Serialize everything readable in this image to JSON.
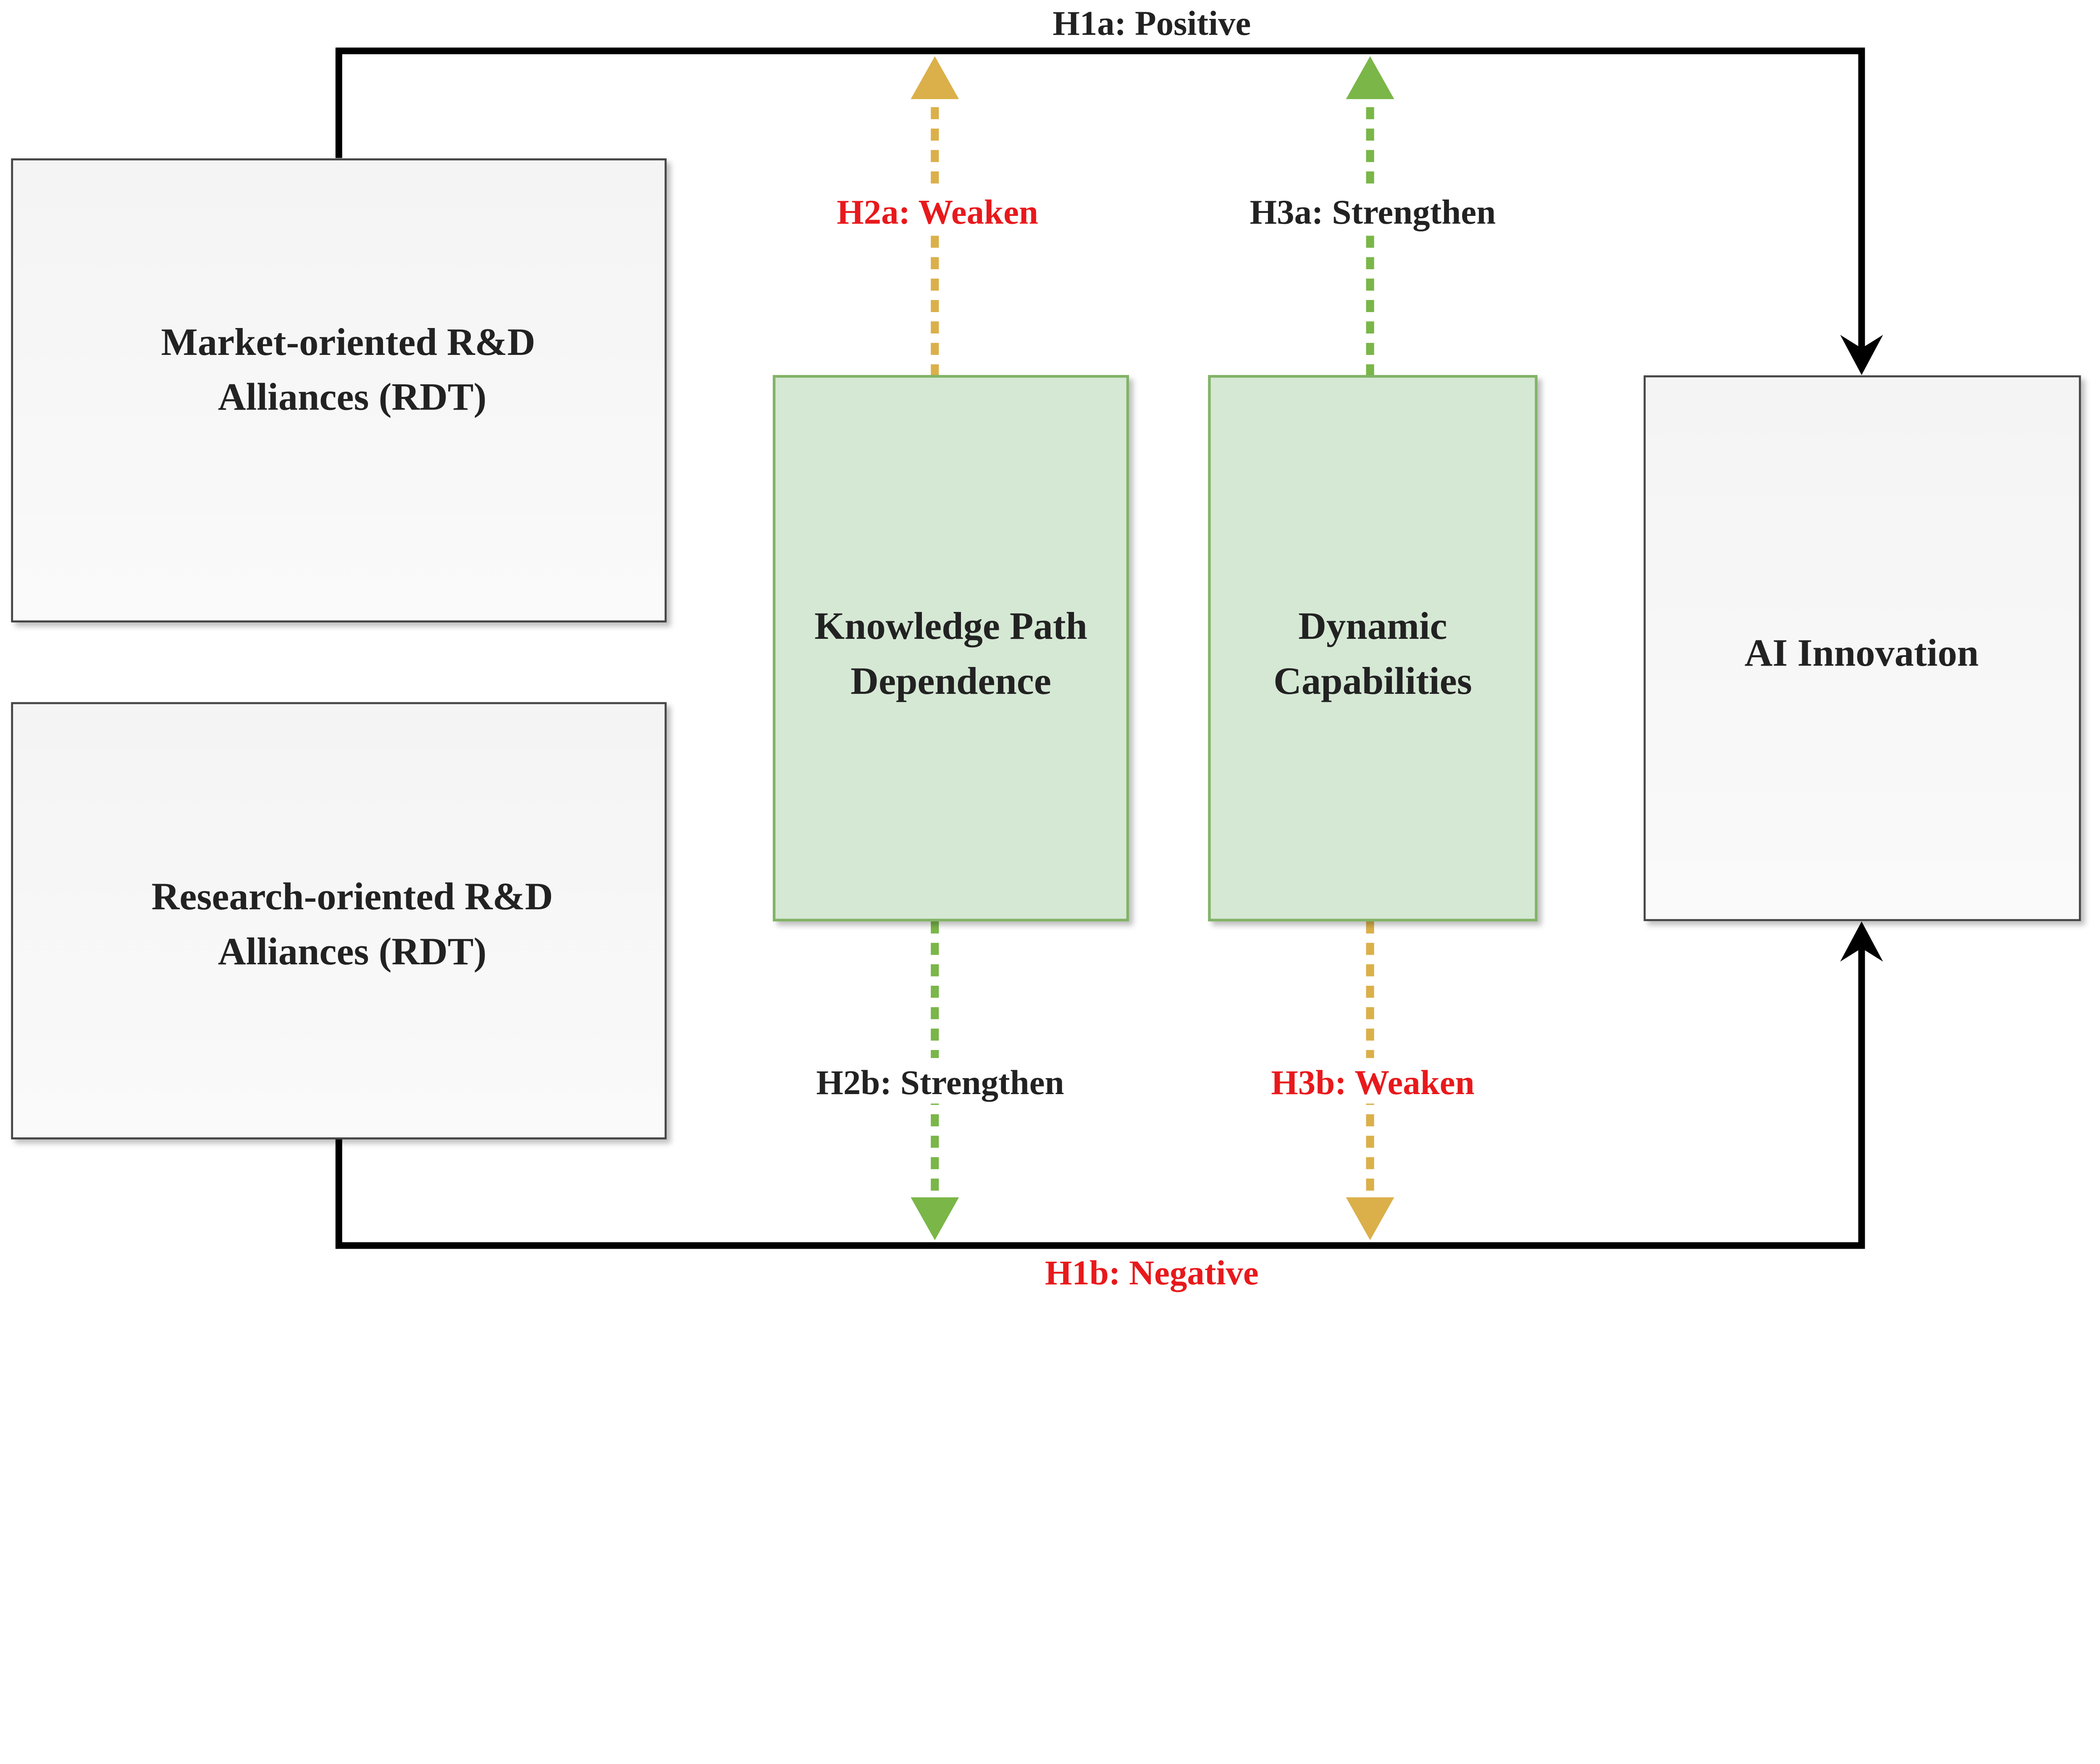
{
  "nodes": {
    "market": {
      "line1": "Market-oriented R&D",
      "line2": "Alliances (RDT)"
    },
    "research": {
      "line1": "Research-oriented R&D",
      "line2": "Alliances (RDT)"
    },
    "kpd": {
      "line1": "Knowledge Path",
      "line2": "Dependence"
    },
    "dc": {
      "line1": "Dynamic",
      "line2": "Capabilities"
    },
    "ai": {
      "line1": "AI Innovation"
    }
  },
  "labels": {
    "h1a": "H1a: Positive",
    "h1b": "H1b: Negative",
    "h2a": "H2a: Weaken",
    "h2b": "H2b: Strengthen",
    "h3a": "H3a: Strengthen",
    "h3b": "H3b: Weaken"
  },
  "colors": {
    "positive_label": "#222222",
    "negative_label": "#e8191c",
    "green_box_fill": "#d5e8d4",
    "green_box_stroke": "#82b366",
    "green_arrow": "#7ab648",
    "orange_arrow": "#dbb04a"
  }
}
